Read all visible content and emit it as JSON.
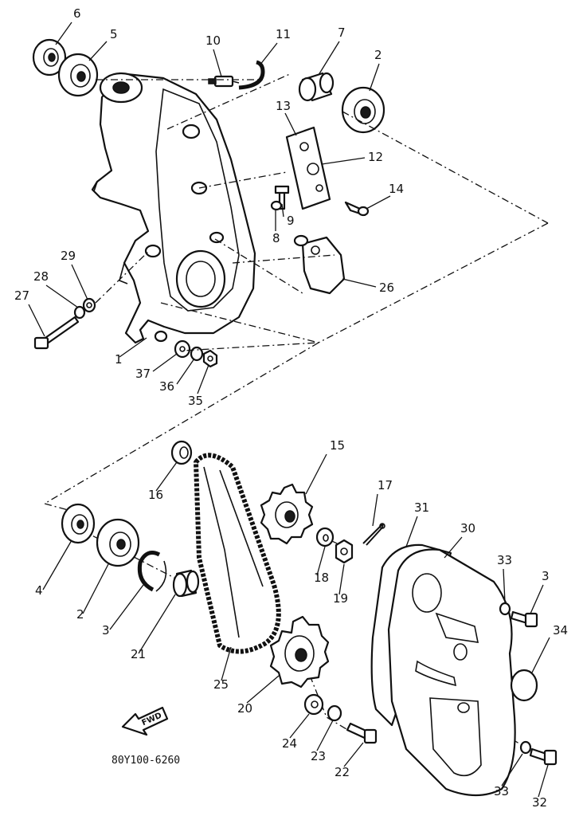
{
  "diagram": {
    "labels": [
      "6",
      "5",
      "10",
      "11",
      "7",
      "2",
      "13",
      "12",
      "14",
      "9",
      "8",
      "26",
      "29",
      "28",
      "27",
      "1",
      "37",
      "36",
      "35",
      "15",
      "16",
      "17",
      "31",
      "30",
      "33",
      "3",
      "34",
      "4",
      "2",
      "3",
      "21",
      "18",
      "19",
      "25",
      "20",
      "24",
      "23",
      "22",
      "33",
      "32"
    ],
    "fwd_arrow_text": "FWD",
    "drawing_code": "80Y100-6260"
  }
}
